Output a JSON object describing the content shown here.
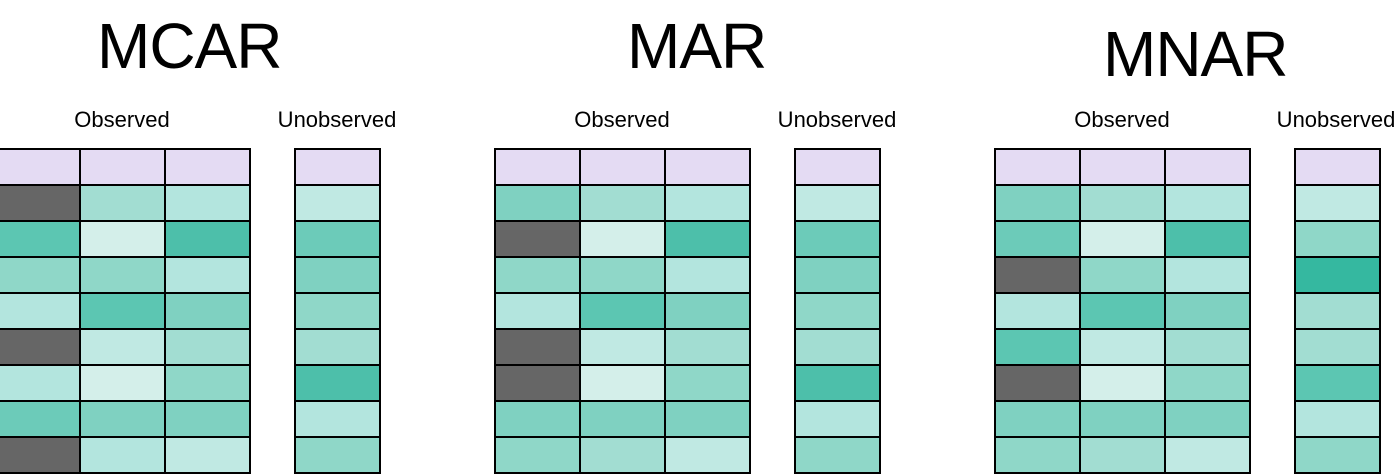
{
  "colors": {
    "header": "#e4dbf3",
    "missing": "#666666",
    "grid_line": "#000000",
    "shades": [
      "#d4efea",
      "#c0e9e3",
      "#b3e5de",
      "#a2ddd2",
      "#8fd7c8",
      "#7fd1c1",
      "#6ccbb9",
      "#5cc6b2",
      "#4dbfaa",
      "#35b8a0"
    ]
  },
  "panels": [
    {
      "id": "mcar",
      "title": "MCAR",
      "observed_label": "Observed",
      "unobserved_label": "Unobserved",
      "observed_rows": [
        [
          "missing",
          3,
          2
        ],
        [
          7,
          0,
          8
        ],
        [
          4,
          4,
          2
        ],
        [
          2,
          7,
          5
        ],
        [
          "missing",
          1,
          3
        ],
        [
          2,
          0,
          4
        ],
        [
          6,
          5,
          5
        ],
        [
          "missing",
          2,
          1
        ]
      ],
      "unobserved_rows": [
        1,
        6,
        5,
        4,
        3,
        8,
        2,
        4
      ]
    },
    {
      "id": "mar",
      "title": "MAR",
      "observed_label": "Observed",
      "unobserved_label": "Unobserved",
      "observed_rows": [
        [
          5,
          3,
          2
        ],
        [
          "missing",
          0,
          8
        ],
        [
          4,
          4,
          2
        ],
        [
          2,
          7,
          5
        ],
        [
          "missing",
          1,
          3
        ],
        [
          "missing",
          0,
          4
        ],
        [
          5,
          5,
          5
        ],
        [
          4,
          3,
          1
        ]
      ],
      "unobserved_rows": [
        1,
        6,
        5,
        4,
        3,
        8,
        2,
        4
      ]
    },
    {
      "id": "mnar",
      "title": "MNAR",
      "observed_label": "Observed",
      "unobserved_label": "Unobserved",
      "observed_rows": [
        [
          5,
          3,
          2
        ],
        [
          6,
          0,
          8
        ],
        [
          "missing",
          4,
          2
        ],
        [
          2,
          7,
          5
        ],
        [
          7,
          1,
          3
        ],
        [
          "missing",
          0,
          4
        ],
        [
          5,
          5,
          5
        ],
        [
          4,
          3,
          1
        ]
      ],
      "unobserved_rows": [
        1,
        4,
        9,
        3,
        3,
        7,
        2,
        4
      ]
    }
  ]
}
